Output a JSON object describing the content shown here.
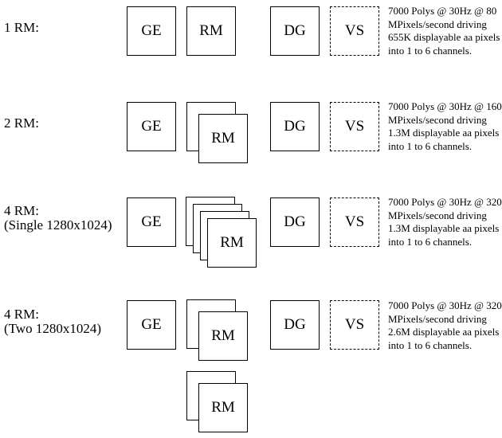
{
  "box_labels": {
    "ge": "GE",
    "rm": "RM",
    "dg": "DG",
    "vs": "VS"
  },
  "rows": [
    {
      "label": "1 RM:",
      "rm_count": 1,
      "description": "7000 Polys @ 30Hz @ 80\nMPixels/second driving\n655K displayable aa pixels\ninto 1 to 6 channels."
    },
    {
      "label": "2 RM:",
      "rm_count": 2,
      "description": "7000 Polys @ 30Hz @ 160\nMPixels/second driving\n1.3M displayable aa pixels\ninto 1 to 6 channels."
    },
    {
      "label": "4 RM:\n(Single 1280x1024)",
      "rm_count": 4,
      "description": "7000 Polys @ 30Hz @ 320\nMPixels/second driving\n1.3M displayable aa pixels\ninto 1 to 6 channels."
    },
    {
      "label": "4 RM:\n(Two 1280x1024)",
      "rm_count": 4,
      "description": "7000 Polys @ 30Hz @ 320\nMPixels/second driving\n2.6M displayable aa pixels\ninto 1 to 6 channels."
    }
  ],
  "colors": {
    "background": "#ffffff",
    "line": "#000000",
    "text": "#000000"
  }
}
